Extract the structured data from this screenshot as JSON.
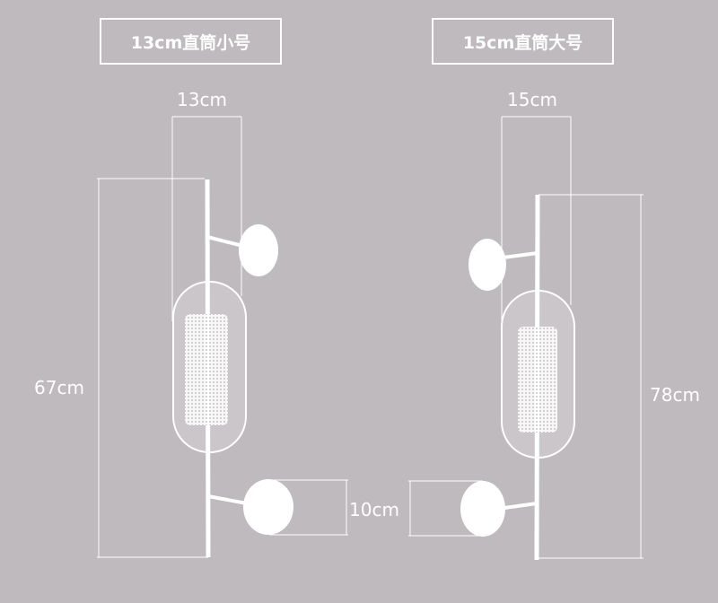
{
  "titles": {
    "left": "13cm直筒小号",
    "right": "15cm直筒大号"
  },
  "dimensions": {
    "left_width": "13cm",
    "right_width": "15cm",
    "left_height": "67cm",
    "right_height": "78cm",
    "arm_length": "10cm"
  },
  "colors": {
    "background": "#bfbabd",
    "line": "#ffffff"
  }
}
